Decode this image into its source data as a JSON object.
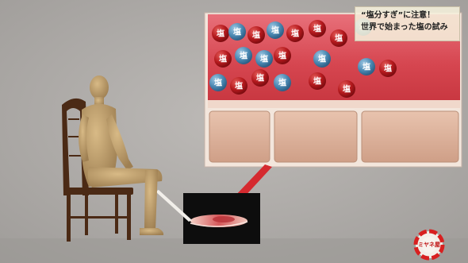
{
  "caption": {
    "line1": "“塩分すぎ”に注意！",
    "line2": "世界で始まった塩の試み"
  },
  "logo": {
    "text": "ミヤネ屋"
  },
  "colors": {
    "background": "#aeaba8",
    "sodium": "#b51a1e",
    "chloride": "#4c8ab4",
    "vessel": "#d94b55",
    "tissue": "#ddb19a"
  },
  "particles": {
    "row1": [
      "塩",
      "塩",
      "塩",
      "塩",
      "塩",
      "塩",
      "塩",
      "塩"
    ],
    "row2": [
      "塩",
      "塩",
      "塩",
      "塩",
      "塩",
      "塩"
    ],
    "row3": [
      "塩",
      "塩",
      "塩",
      "塩",
      "塩",
      "塩",
      "塩"
    ]
  }
}
